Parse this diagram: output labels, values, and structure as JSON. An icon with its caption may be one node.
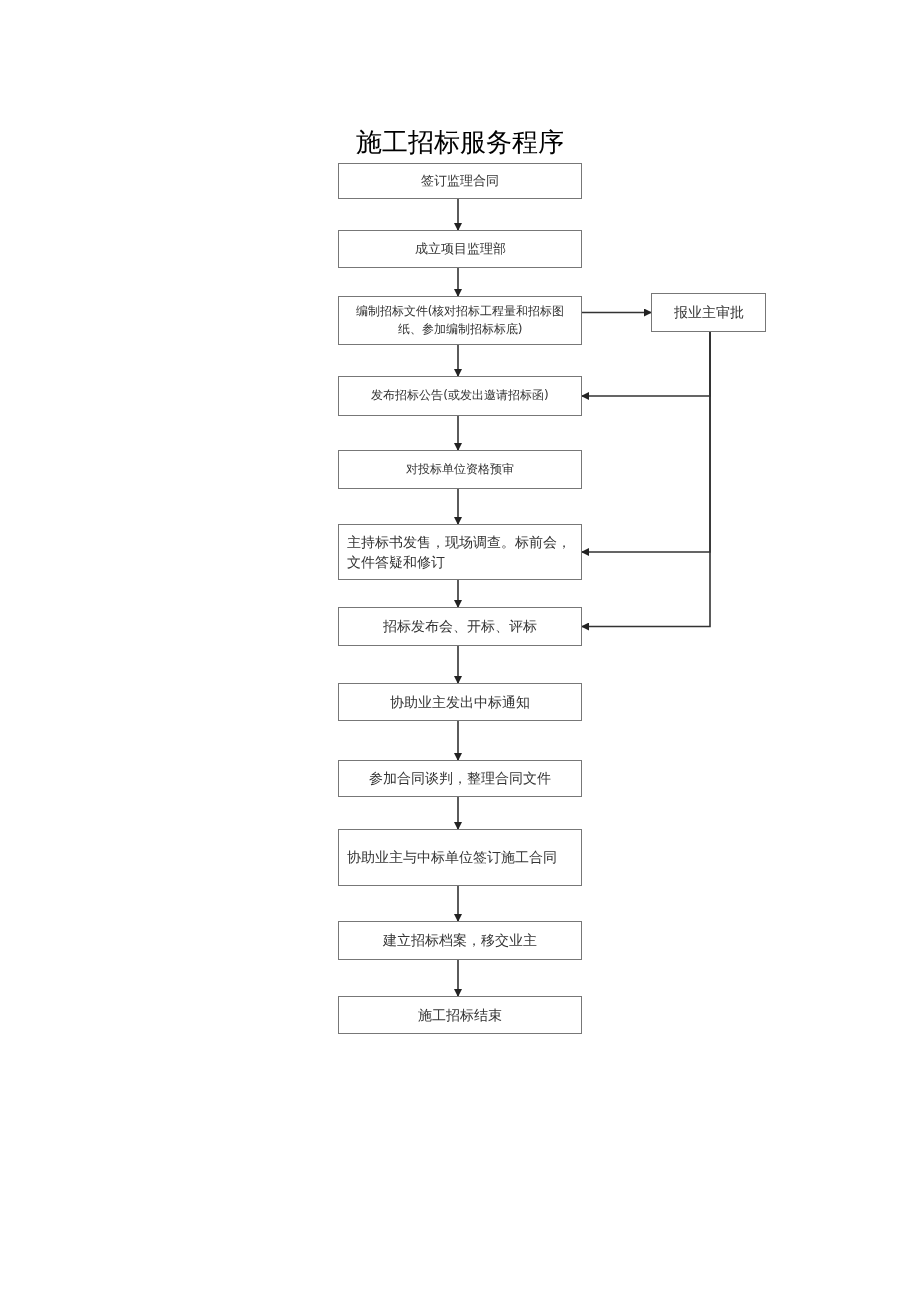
{
  "diagram": {
    "title": "施工招标服务程序",
    "nodes": [
      {
        "text": [
          "签订监理合同"
        ]
      },
      {
        "text": [
          "成立项目监理部"
        ]
      },
      {
        "text": [
          "编制招标文件(核对招标工程量和招标图纸、参加编制招标标底)"
        ]
      },
      {
        "text": [
          "报业主审批"
        ]
      },
      {
        "text": [
          "发布招标公告(或发出邀请招标函)"
        ]
      },
      {
        "text": [
          "对投标单位资格预审"
        ]
      },
      {
        "text": [
          "主持标书发售，现场调查。标前会，文件答疑和修订"
        ]
      },
      {
        "text": [
          "招标发布会、开标、评标"
        ]
      },
      {
        "text": [
          "协助业主发出中标通知"
        ]
      },
      {
        "text": [
          "参加合同谈判，整理合同文件"
        ]
      },
      {
        "text": [
          "协助业主与中标单位签订施工合同"
        ]
      },
      {
        "text": [
          "建立招标档案，移交业主"
        ]
      },
      {
        "text": [
          "施工招标结束"
        ]
      }
    ],
    "edges": [
      {
        "from": 0,
        "to": 1,
        "arrow": "to"
      },
      {
        "from": 1,
        "to": 2,
        "arrow": "to"
      },
      {
        "from": 2,
        "to": 3,
        "arrow": "to"
      },
      {
        "from": 2,
        "to": 4,
        "arrow": "to"
      },
      {
        "from": 3,
        "to": 4,
        "arrow": "to"
      },
      {
        "from": 4,
        "to": 5,
        "arrow": "to"
      },
      {
        "from": 5,
        "to": 6,
        "arrow": "to"
      },
      {
        "from": 3,
        "to": 6,
        "arrow": "to"
      },
      {
        "from": 6,
        "to": 7,
        "arrow": "to"
      },
      {
        "from": 3,
        "to": 7,
        "arrow": "to"
      },
      {
        "from": 7,
        "to": 8,
        "arrow": "to"
      },
      {
        "from": 8,
        "to": 9,
        "arrow": "to"
      },
      {
        "from": 9,
        "to": 10,
        "arrow": "to"
      },
      {
        "from": 10,
        "to": 11,
        "arrow": "to"
      },
      {
        "from": 11,
        "to": 12,
        "arrow": "to"
      }
    ]
  }
}
